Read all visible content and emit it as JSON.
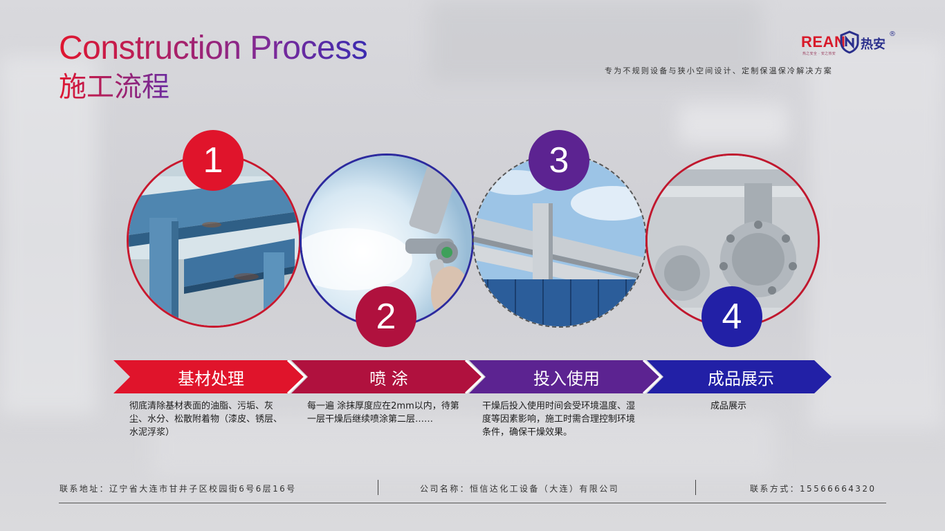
{
  "header": {
    "title_en": "Construction Process",
    "title_zh": "施工流程",
    "slogan": "专为不规则设备与狭小空间设计、定制保温保冷解决方案"
  },
  "logo": {
    "brand": "REAN",
    "cn": "热安",
    "registered": "®",
    "tagline": "热之安全 · 安之热安"
  },
  "steps": [
    {
      "number": "1",
      "label": "基材处理",
      "description": "彻底清除基材表面的油脂、污垢、灰尘、水分、松散附着物（漆皮、锈层、水泥浮浆）",
      "color": "#e0142b"
    },
    {
      "number": "2",
      "label": "喷 涂",
      "description": "每一遍 涂抹厚度应在2mm以内，待第一层干燥后继续喷涂第二层……",
      "color": "#b0113e"
    },
    {
      "number": "3",
      "label": "投入使用",
      "description": "干燥后投入使用时间会受环境温度、湿度等因素影响，施工时需合理控制环境条件，确保干燥效果。",
      "color": "#5c2391"
    },
    {
      "number": "4",
      "label": "成品展示",
      "description": "成品展示",
      "color": "#2220a6"
    }
  ],
  "footer": {
    "address": "联系地址：辽宁省大连市甘井子区校园街6号6层16号",
    "company": "公司名称：恒信达化工设备（大连）有限公司",
    "contact": "联系方式：15566664320"
  },
  "colors": {
    "red": "#e0142b",
    "crimson": "#b0113e",
    "purple": "#5c2391",
    "blue": "#2220a6"
  }
}
